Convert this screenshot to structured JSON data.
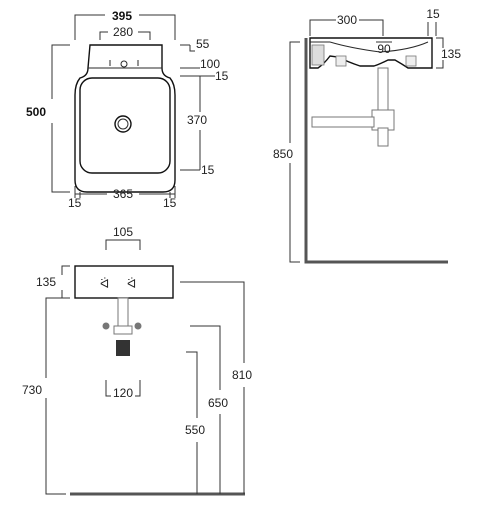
{
  "top_view": {
    "overall_width": "395",
    "tap_holes_spacing": "280",
    "deck_depth": "55",
    "deck_to_bowl": "100",
    "side_rim_top": "15",
    "bowl_depth": "370",
    "side_rim_bottom": "15",
    "overall_depth": "500",
    "bowl_width": "365",
    "left_rim": "15",
    "right_rim": "15"
  },
  "side_view": {
    "depth": "300",
    "wall_gap": "15",
    "waste_offset": "90",
    "height": "135",
    "mount_height": "850"
  },
  "front_view": {
    "bracket_spacing": "105",
    "basin_height": "135",
    "waste_width": "120",
    "height_730": "730",
    "height_810": "810",
    "height_650": "650",
    "height_550": "550"
  },
  "colors": {
    "line": "#2a2a2a",
    "wall": "#555555",
    "background": "#ffffff"
  }
}
